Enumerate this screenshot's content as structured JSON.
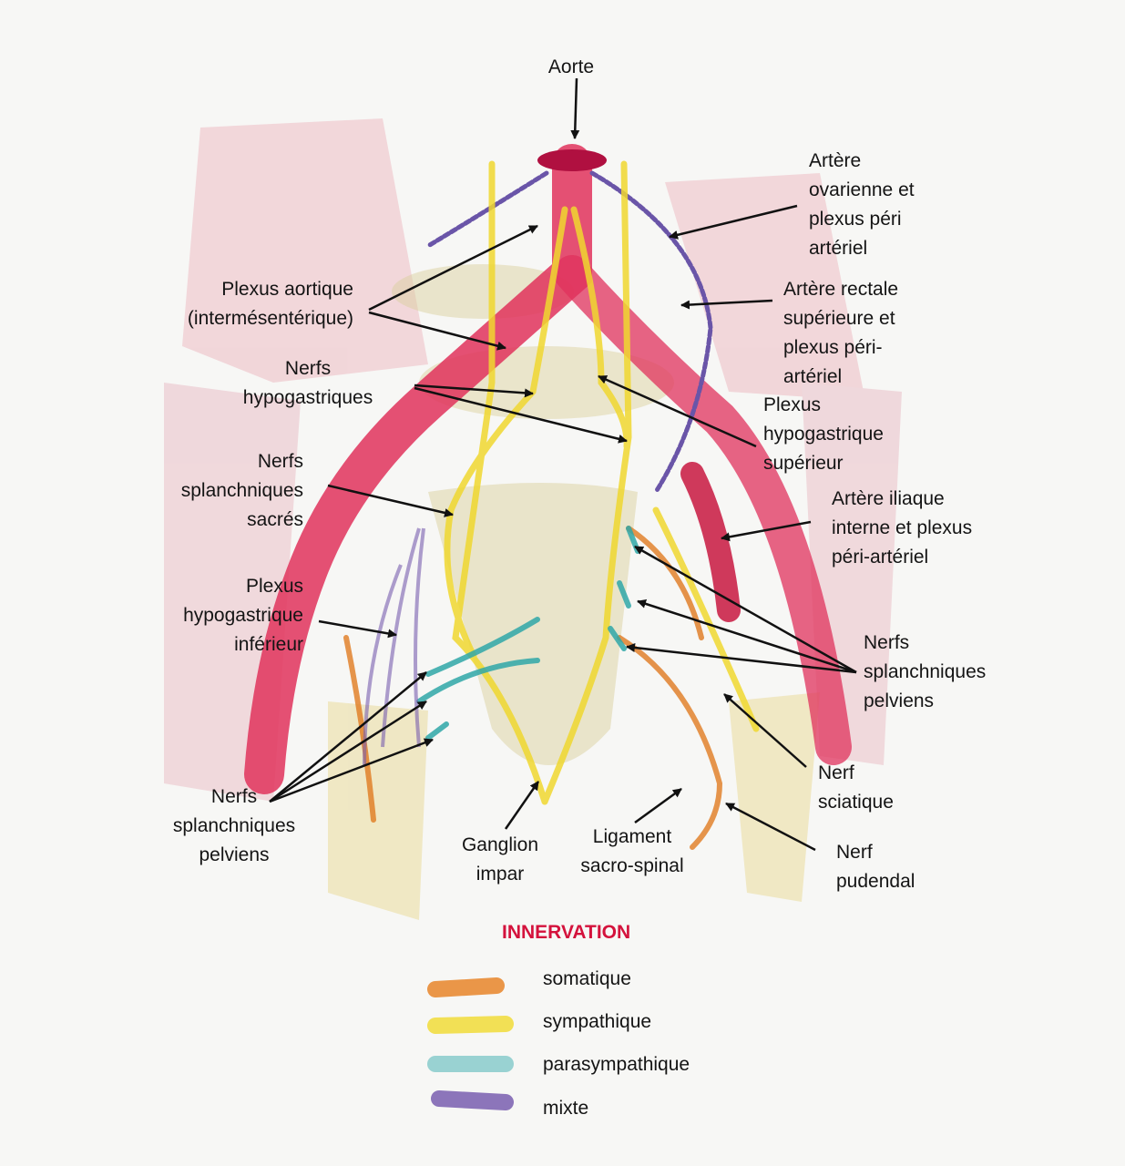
{
  "labels": {
    "aorte": "Aorte",
    "artere_ovarienne": "Artère\novarienne et\nplexus péri\nartériel",
    "plexus_aortique": "Plexus aortique\n(intermésentérique)",
    "artere_rectale": "Artère rectale\nsupérieure et\nplexus péri-\nartériel",
    "nerfs_hypogastriques": "Nerfs\nhypogastriques",
    "plexus_hypogastrique_superieur": "Plexus\nhypogastrique\nsupérieur",
    "nerfs_splanchniques_sacres": "Nerfs\nsplanchniques\nsacrés",
    "artere_iliaque_interne": "Artère iliaque\ninterne et plexus\npéri-artériel",
    "plexus_hypogastrique_inferieur": "Plexus\nhypogastrique\ninférieur",
    "nerfs_splanchniques_pelviens_right": "Nerfs\nsplanchniques\npelviens",
    "nerf_sciatique": "Nerf\nsciatique",
    "nerf_pudendal": "Nerf\npudendal",
    "ligament_sacro_spinal": "Ligament\nsacro-spinal",
    "ganglion_impar": "Ganglion\nimpar",
    "nerfs_splanchniques_pelviens_left": "Nerfs\nsplanchniques\npelviens"
  },
  "legend": {
    "title": "INNERVATION",
    "title_color": "#d4123c",
    "items": [
      {
        "label": "somatique",
        "color": "#e8862a"
      },
      {
        "label": "sympathique",
        "color": "#f2dc3a"
      },
      {
        "label": "parasympathique",
        "color": "#3fb0b0"
      },
      {
        "label": "mixte",
        "color": "#7a5fb0"
      }
    ]
  }
}
